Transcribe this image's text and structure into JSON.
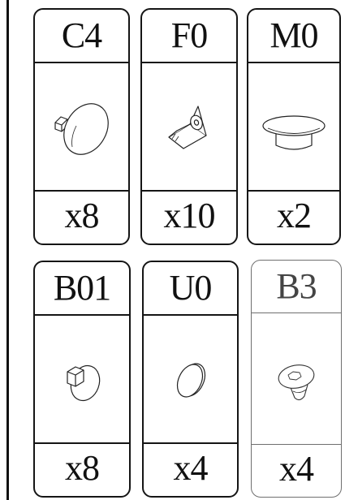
{
  "parts": [
    {
      "code": "C4",
      "qty": "x8",
      "icon": "cap-plug-icon"
    },
    {
      "code": "F0",
      "qty": "x10",
      "icon": "triangle-bracket-icon"
    },
    {
      "code": "M0",
      "qty": "x2",
      "icon": "round-button-plug-icon"
    },
    {
      "code": "B01",
      "qty": "x8",
      "icon": "hex-cap-plug-icon"
    },
    {
      "code": "U0",
      "qty": "x4",
      "icon": "oval-disc-icon"
    },
    {
      "code": "B3",
      "qty": "x4",
      "icon": "button-head-bolt-icon"
    }
  ]
}
